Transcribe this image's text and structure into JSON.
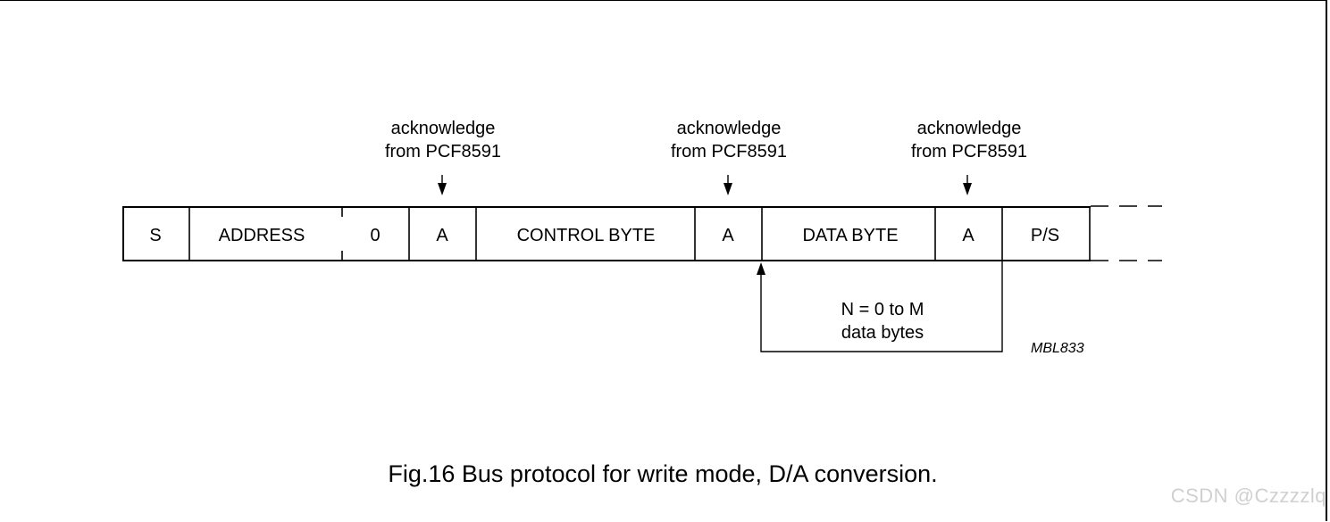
{
  "frame": {
    "cells": [
      {
        "label": "S"
      },
      {
        "label": "ADDRESS"
      },
      {
        "label": "0"
      },
      {
        "label": "A"
      },
      {
        "label": "CONTROL BYTE"
      },
      {
        "label": "A"
      },
      {
        "label": "DATA BYTE"
      },
      {
        "label": "A"
      },
      {
        "label": "P/S"
      }
    ]
  },
  "acknowledges": [
    {
      "line1": "acknowledge",
      "line2": "from PCF8591"
    },
    {
      "line1": "acknowledge",
      "line2": "from PCF8591"
    },
    {
      "line1": "acknowledge",
      "line2": "from PCF8591"
    }
  ],
  "repeat": {
    "line1": "N = 0 to M",
    "line2": "data bytes"
  },
  "figure_code": "MBL833",
  "caption": "Fig.16  Bus protocol for write mode, D/A conversion.",
  "watermark": "CSDN @Czzzzlq"
}
